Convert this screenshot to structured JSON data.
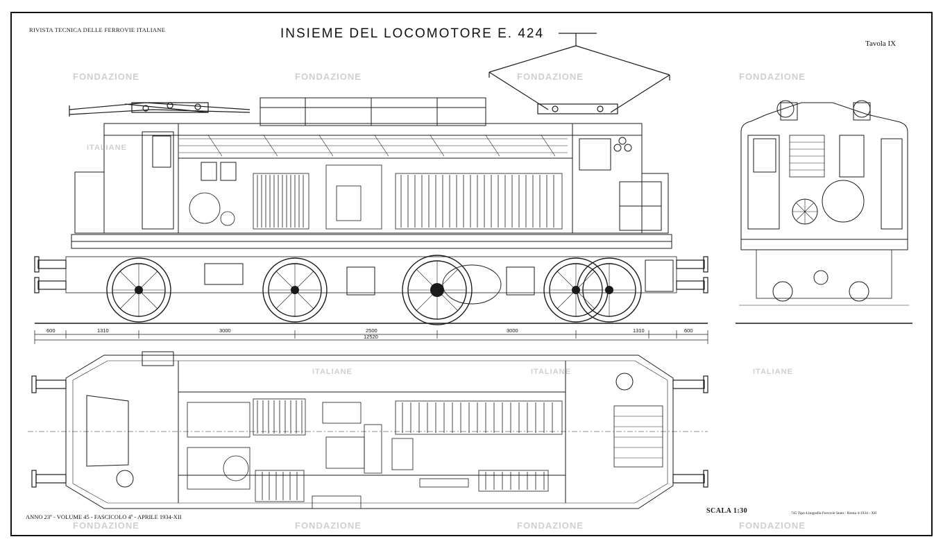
{
  "header": {
    "journal": "RIVISTA TECNICA DELLE FERROVIE ITALIANE",
    "title": "INSIEME DEL LOCOMOTORE E. 424",
    "plate": "Tavola IX"
  },
  "footer": {
    "issue": "ANNO 23º - VOLUME 45 - FASCICOLO 4º - APRILE 1934-XII",
    "scale": "SCALA 1:30",
    "printer": "745 Tipo-Litografia Ferrovie Stato - Roma 4-1934 - XII"
  },
  "dimensions": {
    "d1": "600",
    "d2": "1310",
    "d3": "3000",
    "d4": "2500",
    "d5": "3000",
    "d6": "1310",
    "d7": "600",
    "total": "12520"
  },
  "watermark": {
    "word1": "FONDAZIONE",
    "word2": "ITALIANE"
  }
}
